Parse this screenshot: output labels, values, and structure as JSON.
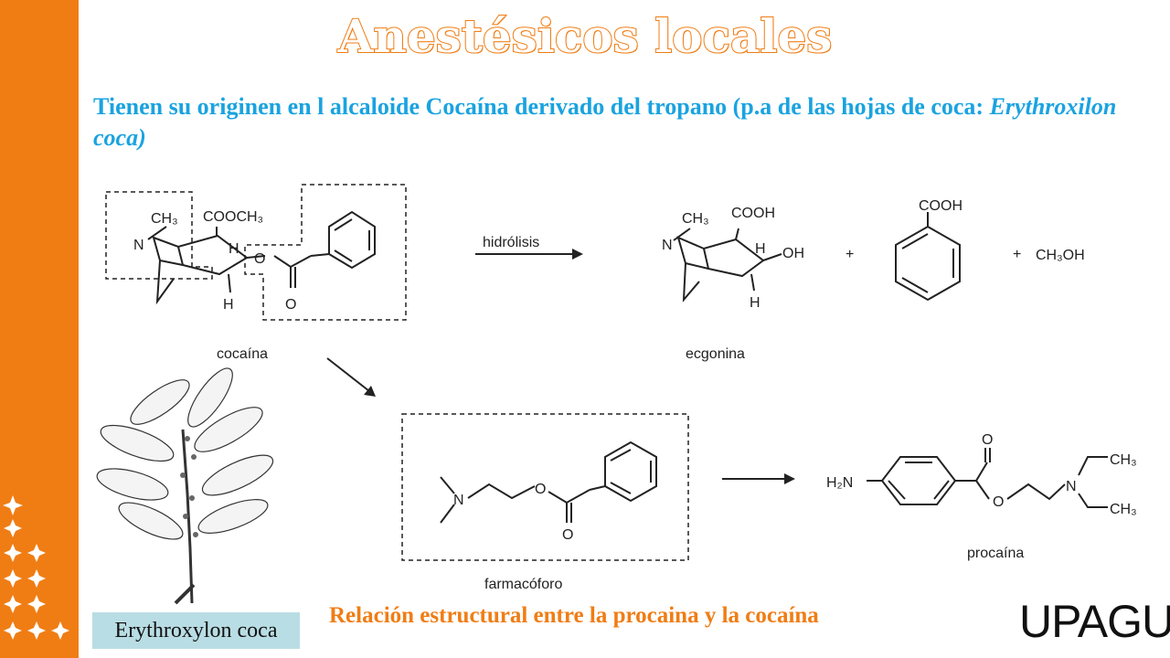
{
  "slide": {
    "title": "Anestésicos locales",
    "intro_plain": "Tienen su originen en l alcaloide Cocaína derivado del tropano (p.a de las hojas de coca: ",
    "intro_italic": "Erythroxilon coca)",
    "caption": "Relación estructural entre la procaina y la cocaína",
    "plant_label": "Erythroxylon coca",
    "logo_text": "UPAGU"
  },
  "diagram": {
    "cocaine_name": "cocaína",
    "ecgonine_name": "ecgonina",
    "pharmacophore_name": "farmacóforo",
    "procaine_name": "procaína",
    "hydrolysis_label": "hidrólisis",
    "plus": "+",
    "methanol": "CH₃OH",
    "labels": {
      "ch3": "CH₃",
      "n": "N",
      "cooch3": "COOCH₃",
      "h": "H",
      "o": "O",
      "cooh": "COOH",
      "oh": "OH",
      "h2n": "H₂N"
    }
  },
  "colors": {
    "accent_orange": "#f07d14",
    "intro_blue": "#1aa3e0",
    "label_bg": "#b9dde4"
  }
}
